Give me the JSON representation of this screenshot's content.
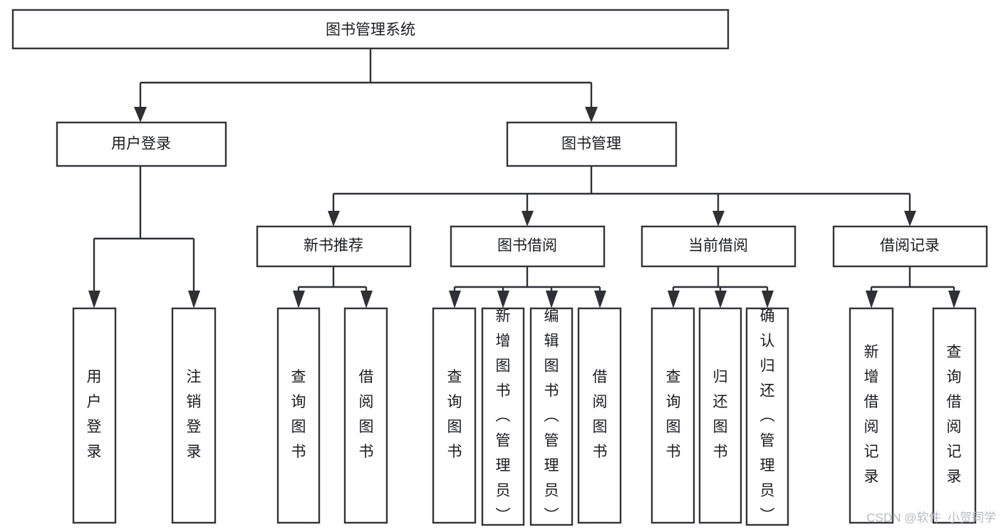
{
  "diagram": {
    "type": "tree",
    "title": "图书管理系统",
    "orientation": "top-down",
    "colors": {
      "box_stroke": "#33343a",
      "box_fill": "#ffffff",
      "connector": "#2f3035",
      "text": "#1b1c20",
      "watermark": "#b9bbc0",
      "background": "#ffffff"
    },
    "root": {
      "label": "图书管理系统",
      "orientation": "horizontal"
    },
    "level2": [
      {
        "label": "用户登录",
        "orientation": "horizontal"
      },
      {
        "label": "图书管理",
        "orientation": "horizontal"
      }
    ],
    "level3": [
      {
        "label": "新书推荐",
        "orientation": "horizontal"
      },
      {
        "label": "图书借阅",
        "orientation": "horizontal"
      },
      {
        "label": "当前借阅",
        "orientation": "horizontal"
      },
      {
        "label": "借阅记录",
        "orientation": "horizontal"
      }
    ],
    "leaves": [
      {
        "label": "用户登录",
        "orientation": "vertical",
        "parent": "用户登录"
      },
      {
        "label": "注销登录",
        "orientation": "vertical",
        "parent": "用户登录"
      },
      {
        "label": "查询图书",
        "orientation": "vertical",
        "parent": "新书推荐"
      },
      {
        "label": "借阅图书",
        "orientation": "vertical",
        "parent": "新书推荐"
      },
      {
        "label": "查询图书",
        "orientation": "vertical",
        "parent": "图书借阅"
      },
      {
        "label": "新增图书（管理员）",
        "orientation": "vertical",
        "parent": "图书借阅"
      },
      {
        "label": "编辑图书（管理员）",
        "orientation": "vertical",
        "parent": "图书借阅"
      },
      {
        "label": "借阅图书",
        "orientation": "vertical",
        "parent": "图书借阅"
      },
      {
        "label": "查询图书",
        "orientation": "vertical",
        "parent": "当前借阅"
      },
      {
        "label": "归还图书",
        "orientation": "vertical",
        "parent": "当前借阅"
      },
      {
        "label": "确认归还（管理员）",
        "orientation": "vertical",
        "parent": "当前借阅"
      },
      {
        "label": "新增借阅记录",
        "orientation": "vertical",
        "parent": "借阅记录"
      },
      {
        "label": "查询借阅记录",
        "orientation": "vertical",
        "parent": "借阅记录"
      }
    ]
  },
  "watermark": {
    "text": "CSDN @软件_小贺同学"
  }
}
